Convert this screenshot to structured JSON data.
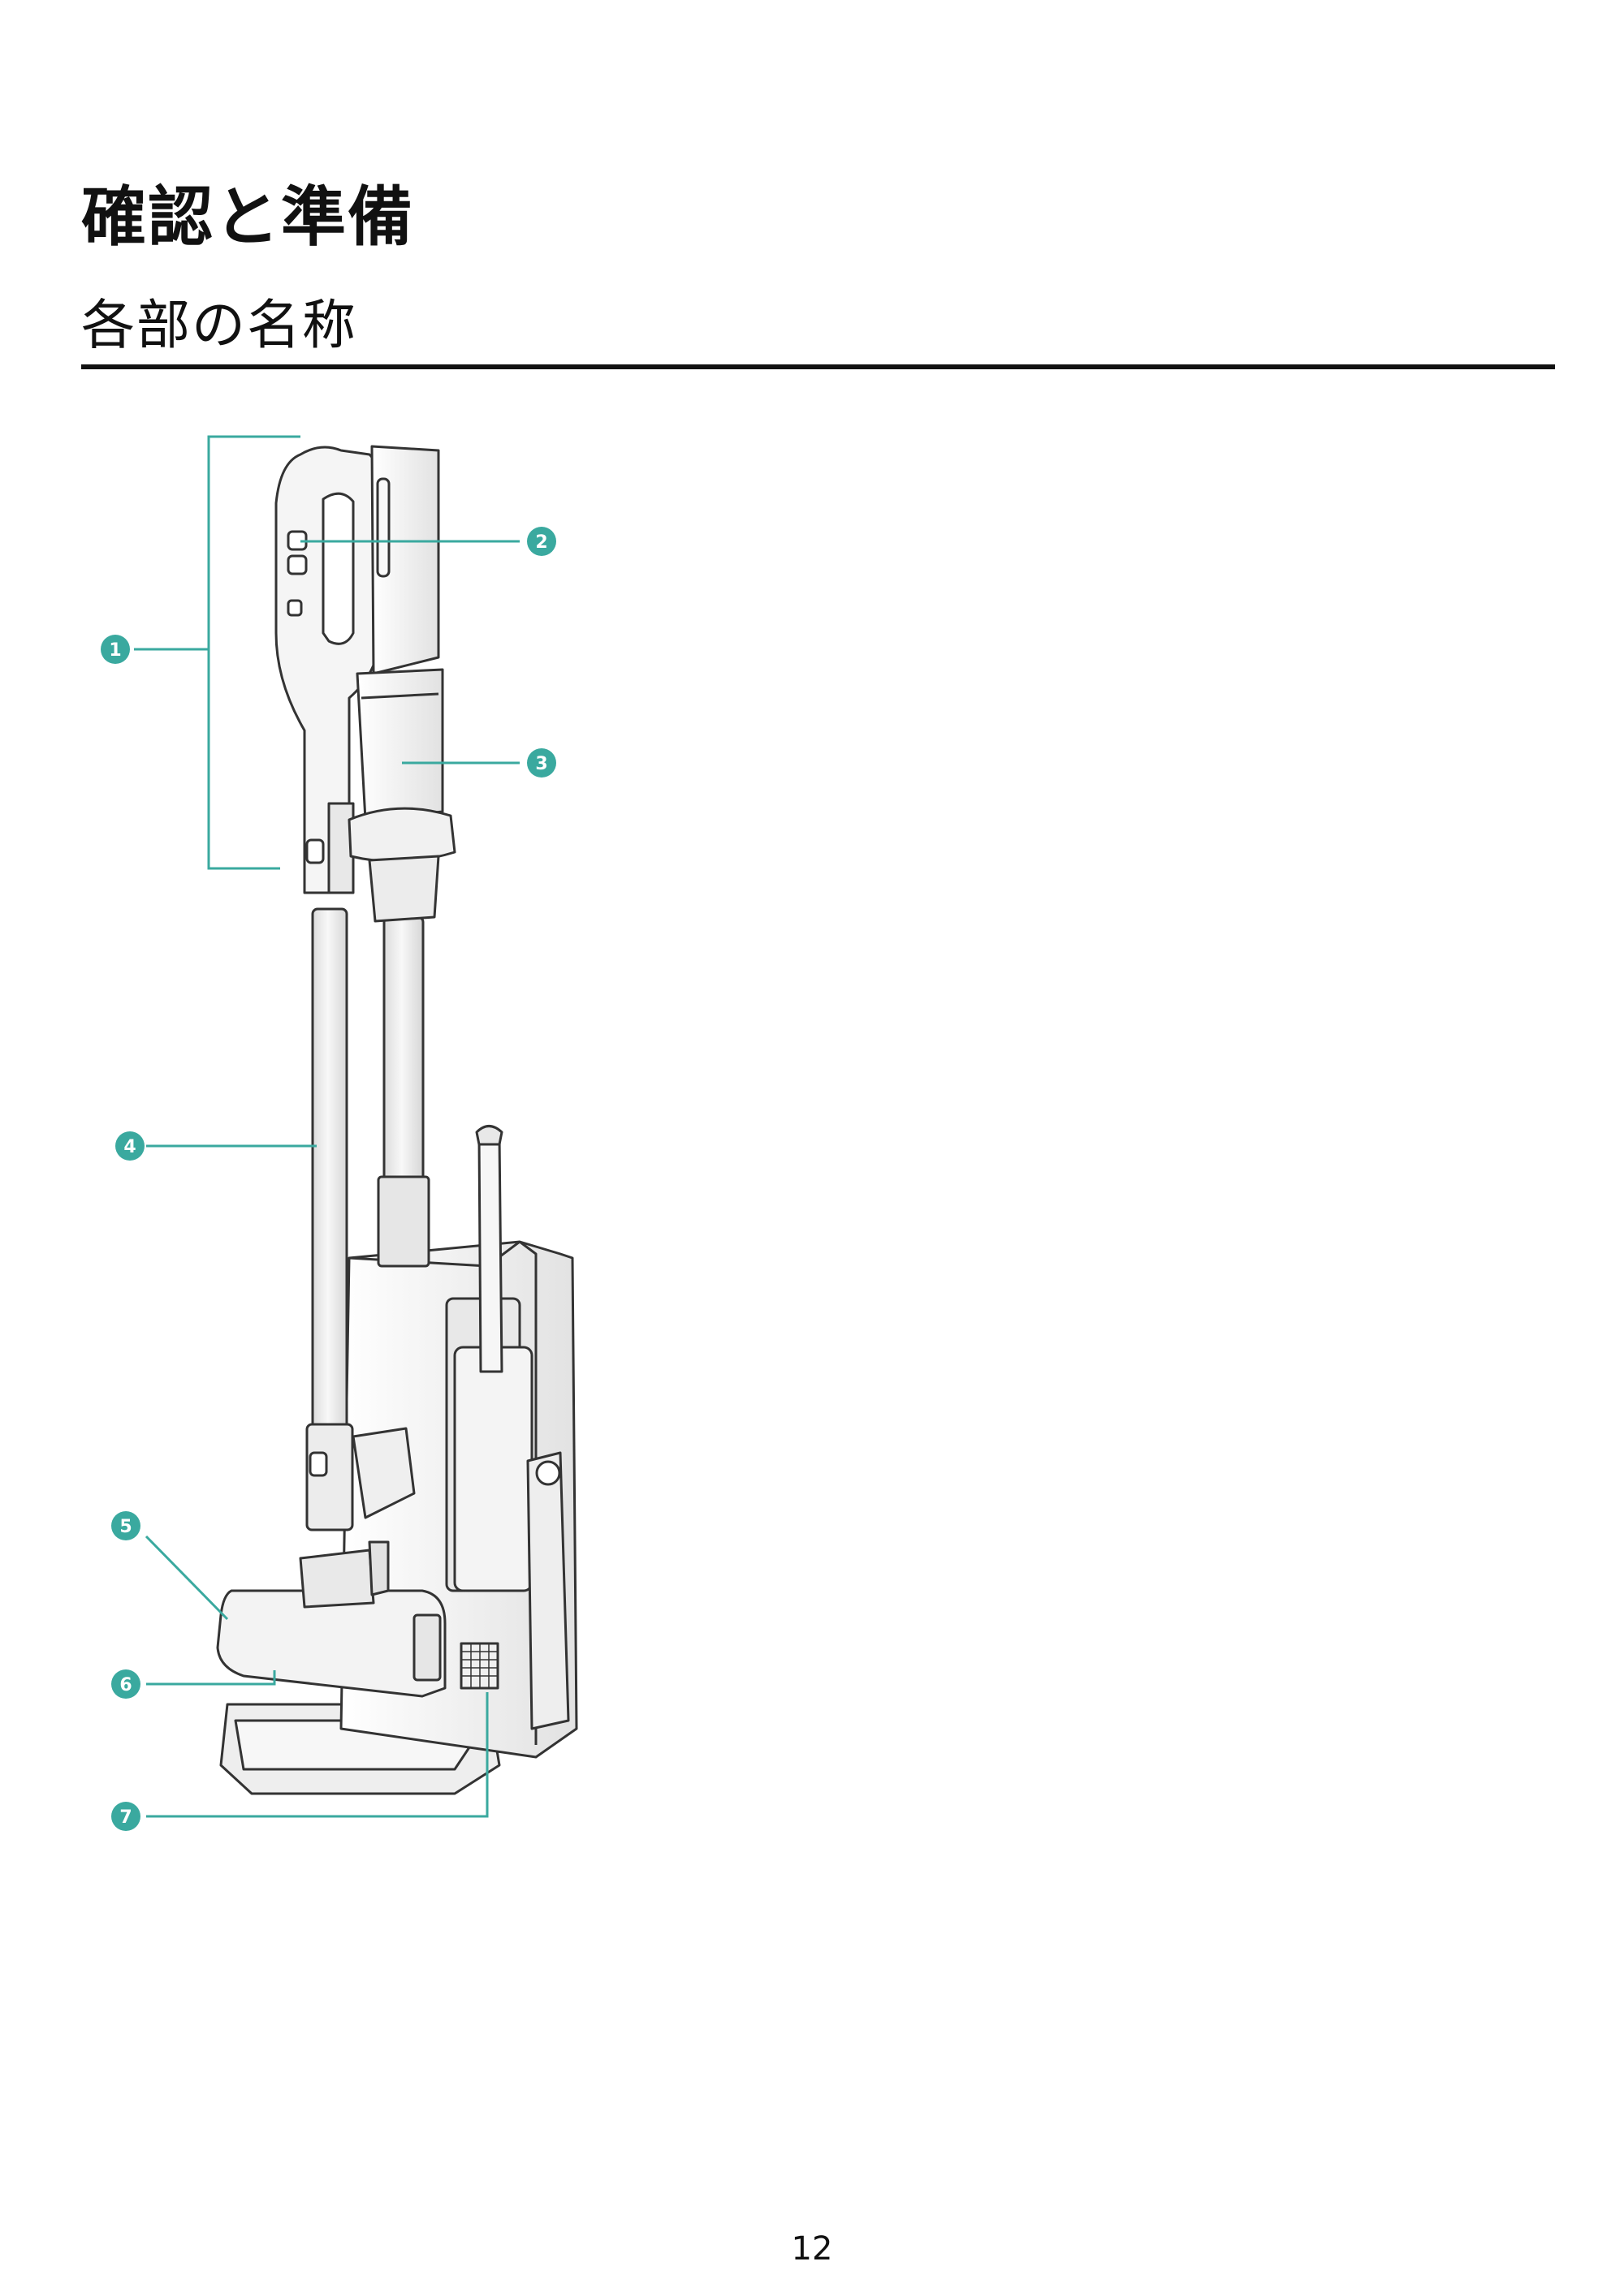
{
  "page": {
    "title": "確認と準備",
    "subtitle": "各部の名称",
    "page_number": "12"
  },
  "callouts": [
    {
      "number": "1"
    },
    {
      "number": "2"
    },
    {
      "number": "3"
    },
    {
      "number": "4"
    },
    {
      "number": "5"
    },
    {
      "number": "6"
    },
    {
      "number": "7"
    }
  ],
  "colors": {
    "accent": "#3aa99f",
    "text": "#111111",
    "line_art": "#333333",
    "fill_light": "#f2f2f2",
    "fill_mid": "#e4e4e4"
  }
}
